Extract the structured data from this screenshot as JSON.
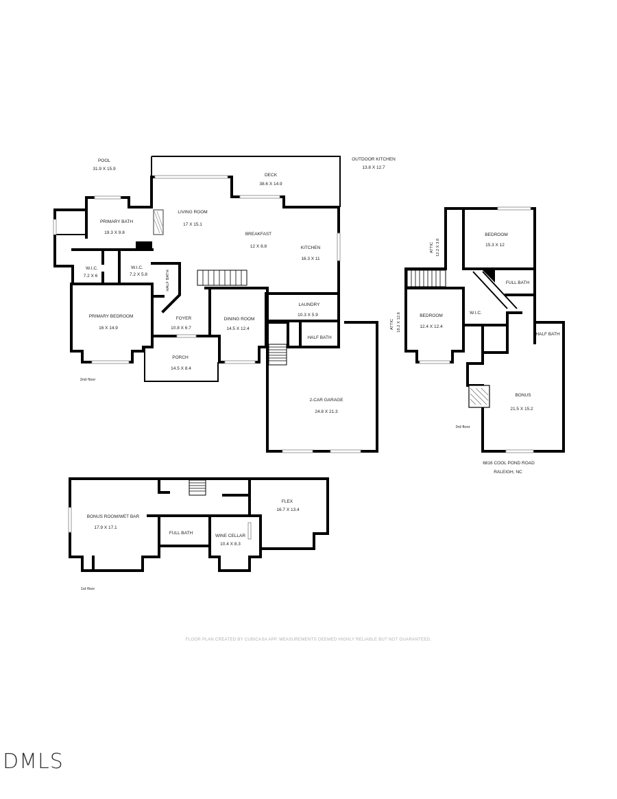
{
  "rooms": {
    "pool": {
      "name": "POOL",
      "dim": "31.9 X 15.9"
    },
    "outdoor_kitchen": {
      "name": "OUTDOOR KITCHEN",
      "dim": "13.8 X 12.7"
    },
    "deck": {
      "name": "DECK",
      "dim": "38.6 X 14.9"
    },
    "living_room": {
      "name": "LIVING ROOM",
      "dim": "17 X 15.1"
    },
    "breakfast": {
      "name": "BREAKFAST",
      "dim": "12 X 8.8"
    },
    "kitchen": {
      "name": "KITCHEN",
      "dim": "16.3 X 11"
    },
    "primary_bath": {
      "name": "PRIMARY BATH",
      "dim": "19.3 X 9.8"
    },
    "wic1": {
      "name": "W.I.C.",
      "dim": "7.2 X 6"
    },
    "wic2": {
      "name": "W.I.C.",
      "dim": "7.2 X 5.8"
    },
    "half_bath_2": {
      "name": "HALF BATH"
    },
    "laundry": {
      "name": "LAUNDRY",
      "dim": "10.3 X 5.9"
    },
    "primary_bedroom": {
      "name": "PRIMARY BEDROOM",
      "dim": "16 X 14.9"
    },
    "foyer": {
      "name": "FOYER",
      "dim": "10.8 X 6.7"
    },
    "dining_room": {
      "name": "DINING ROOM",
      "dim": "14.5 X 12.4"
    },
    "half_bath_garage": {
      "name": "HALF BATH"
    },
    "porch": {
      "name": "PORCH",
      "dim": "14.5 X 8.4"
    },
    "garage": {
      "name": "2-CAR GARAGE",
      "dim": "24.8 X 21.3"
    },
    "bedroom_3a": {
      "name": "BEDROOM",
      "dim": "15.3 X 12"
    },
    "attic_a": {
      "name": "ATTIC",
      "dim": "12.2 X 3.8"
    },
    "full_bath_3": {
      "name": "FULL BATH"
    },
    "attic_b": {
      "name": "ATTIC",
      "dim": "18.2 X 12.6"
    },
    "bedroom_3b": {
      "name": "BEDROOM",
      "dim": "12.4 X 12.4"
    },
    "wic3": {
      "name": "W.I.C."
    },
    "half_bath_3": {
      "name": "HALF BATH"
    },
    "bonus": {
      "name": "BONUS",
      "dim": "21.5 X 15.2"
    },
    "bonus_wet_bar": {
      "name": "BONUS ROOM/WET BAR",
      "dim": "17.9 X 17.1"
    },
    "flex": {
      "name": "FLEX",
      "dim": "16.7 X 13.4"
    },
    "full_bath_1": {
      "name": "FULL BATH"
    },
    "wine_cellar": {
      "name": "WINE CELLAR",
      "dim": "10.4 X 8.3"
    }
  },
  "floors": {
    "second": "2nd floor",
    "third": "3rd floor",
    "first": "1st floor"
  },
  "address": {
    "line1": "6816 COOL POND ROAD",
    "line2": "RALEIGH, NC"
  },
  "disclaimer": "FLOOR PLAN CREATED BY CUBICASA APP. MEASUREMENTS DEEMED HIGHLY RELIABLE BUT NOT GUARANTEED.",
  "logo_text": "DMLS"
}
